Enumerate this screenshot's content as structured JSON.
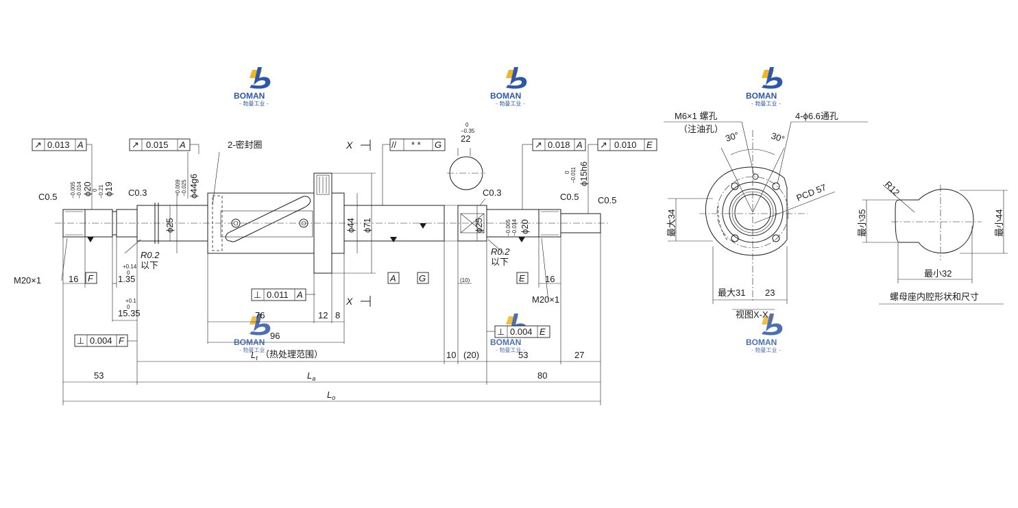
{
  "watermark": {
    "brand": "BOMAN",
    "subtitle": "- 勃曼工业 -"
  },
  "shaft": {
    "tolerance_frames": {
      "f1": [
        "↗",
        "0.013",
        "A"
      ],
      "f2": [
        "↗",
        "0.015",
        "A"
      ],
      "f3": [
        "↗",
        "0.018",
        "A"
      ],
      "f4": [
        "↗",
        "0.010",
        "E"
      ],
      "f5": [
        "//",
        "* *",
        "G"
      ],
      "f6": [
        "⊥",
        "0.011",
        "A"
      ],
      "f7": [
        "⊥",
        "0.004",
        "F"
      ],
      "f8": [
        "⊥",
        "0.004",
        "E"
      ]
    },
    "labels": {
      "seal": "2-密封圈",
      "section_x": "X",
      "c05_left": "C0.5",
      "c03_left": "C0.3",
      "c03_right": "C0.3",
      "c05_right_a": "C0.5",
      "c05_right_b": "C0.5",
      "d20_left": "ϕ20",
      "d20_left_tol_top": "−0.005",
      "d20_left_tol_bot": "−0.014",
      "d19": "ϕ19",
      "d19_tol_top": "0",
      "d19_tol_bot": "−0.21",
      "d44g6": "ϕ44g6",
      "d44g6_tol_top": "−0.009",
      "d44g6_tol_bot": "−0.025",
      "d25_left": "ϕ25",
      "d44": "ϕ44",
      "d71": "ϕ71",
      "d25_right": "ϕ25",
      "d20_right": "ϕ20",
      "d20_right_tol_top": "−0.005",
      "d20_right_tol_bot": "−0.014",
      "d15h6": "ϕ15h6",
      "d15h6_tol_top": "0",
      "d15h6_tol_bot": "−0.011",
      "dim22": "22",
      "dim22_tol_top": "0",
      "dim22_tol_bot": "−0.35",
      "r02_left": "R0.2",
      "below_left": "以下",
      "r02_right": "R0.2",
      "below_right": "以下",
      "m20_left": "M20×1",
      "m20_right": "M20×1",
      "datum_f": "F",
      "datum_a": "A",
      "datum_g": "G",
      "datum_e": "E",
      "dim16_left": "16",
      "dim135": "1.35",
      "dim135_tol_top": "+0.14",
      "dim135_tol_bot": "0",
      "dim1535": "15.35",
      "dim1535_tol_top": "+0.1",
      "dim1535_tol_bot": "0",
      "dim10_paren": "(10)",
      "dim16_right": "16",
      "dim76": "76",
      "dim12": "12",
      "dim8": "8",
      "dim96": "96",
      "lt_label": "L",
      "lt_sub": "t",
      "lt_note": "（热处理范围）",
      "dim10": "10",
      "dim20_paren": "(20)",
      "dim53_right": "53",
      "dim27": "27",
      "dim53_left": "53",
      "la_label": "L",
      "la_sub": "a",
      "dim80": "80",
      "lo_label": "L",
      "lo_sub": "o"
    }
  },
  "flange_view": {
    "m6_hole": "M6×1 螺孔",
    "oil_hole": "（注油孔）",
    "bolt_holes": "4-ϕ6.6通孔",
    "angle_left": "30°",
    "angle_right": "30°",
    "pcd": "PCD 57",
    "max34": "最大34",
    "max31": "最大31",
    "dim23": "23",
    "view_caption": "视图X-X"
  },
  "nut_seat": {
    "r12": "R12",
    "min35": "最小35",
    "min44": "最小44",
    "min32": "最小32",
    "caption": "螺母座内腔形状和尺寸"
  }
}
